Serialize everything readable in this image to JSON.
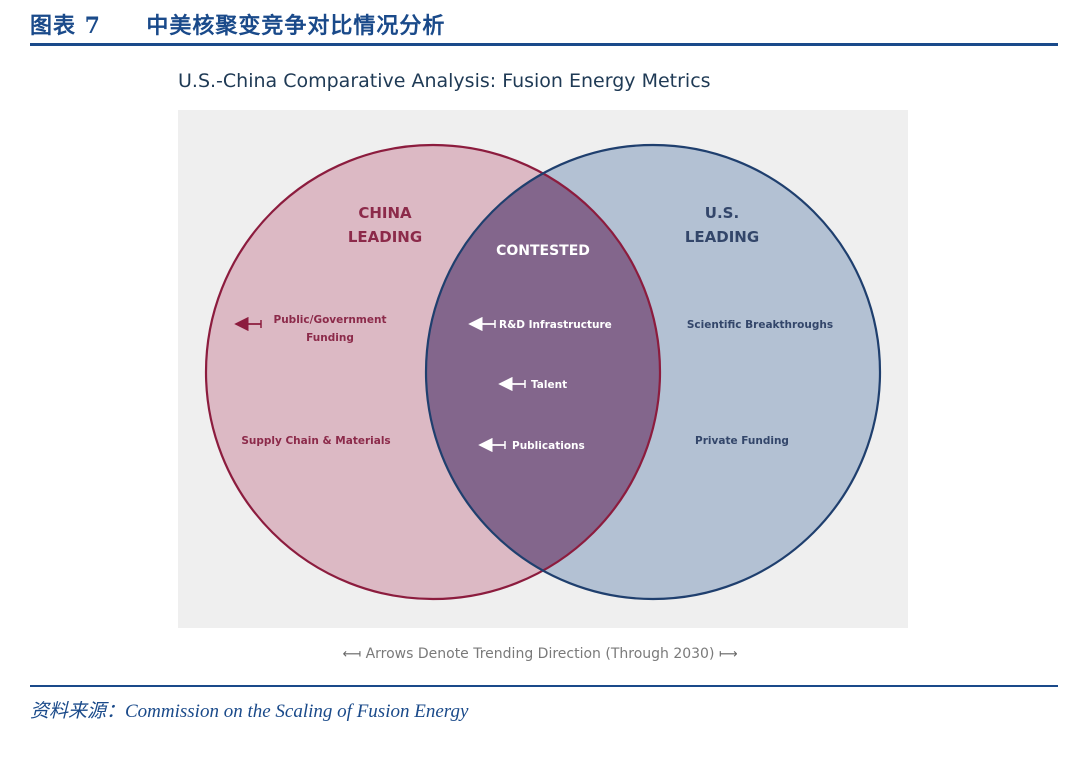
{
  "header": {
    "figure_label": "图表 7",
    "figure_title": "中美核聚变竞争对比情况分析"
  },
  "diagram": {
    "title": "U.S.-China Comparative Analysis: Fusion Energy Metrics",
    "colors": {
      "china_fill": "#dcb9c4",
      "china_stroke": "#8c1c3e",
      "china_text": "#8c2a4a",
      "us_fill": "#b3c1d3",
      "us_stroke": "#1f3f6e",
      "us_text": "#33466a",
      "overlap_fill": "#83668c",
      "overlap_text": "#ffffff",
      "panel_bg": "#efefef"
    },
    "regions": {
      "china": {
        "heading_line1": "CHINA",
        "heading_line2": "LEADING",
        "items": [
          {
            "label_line1": "Public/Government",
            "label_line2": "Funding",
            "trend_arrow": "left"
          },
          {
            "label_line1": "Supply Chain & Materials",
            "label_line2": "",
            "trend_arrow": "none"
          }
        ]
      },
      "contested": {
        "heading": "CONTESTED",
        "items": [
          {
            "label": "R&D Infrastructure",
            "trend_arrow": "left"
          },
          {
            "label": "Talent",
            "trend_arrow": "left"
          },
          {
            "label": "Publications",
            "trend_arrow": "left"
          }
        ]
      },
      "us": {
        "heading_line1": "U.S.",
        "heading_line2": "LEADING",
        "items": [
          {
            "label": "Scientific Breakthroughs",
            "trend_arrow": "none"
          },
          {
            "label": "Private Funding",
            "trend_arrow": "none"
          }
        ]
      }
    },
    "legend_note": {
      "left_arrow": "⟻",
      "text": "Arrows Denote Trending Direction (Through 2030)",
      "right_arrow": "⟼"
    }
  },
  "footer": {
    "source": "资料来源：Commission on the Scaling of Fusion Energy"
  }
}
